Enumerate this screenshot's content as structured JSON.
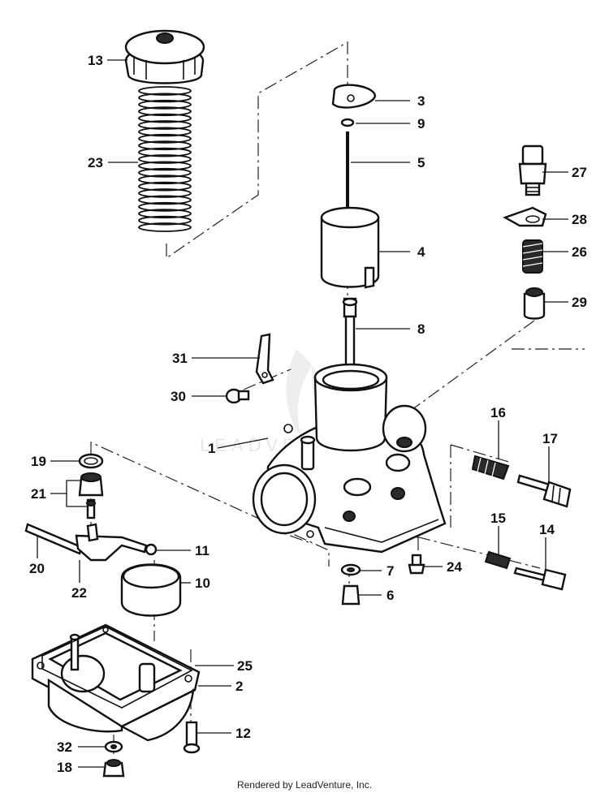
{
  "footer": {
    "credit": "Rendered by LeadVenture, Inc."
  },
  "watermark": {
    "text": "LEADVENTURE"
  },
  "callouts": [
    {
      "id": "c13",
      "label": "13"
    },
    {
      "id": "c23",
      "label": "23"
    },
    {
      "id": "c3",
      "label": "3"
    },
    {
      "id": "c9",
      "label": "9"
    },
    {
      "id": "c5",
      "label": "5"
    },
    {
      "id": "c4",
      "label": "4"
    },
    {
      "id": "c27",
      "label": "27"
    },
    {
      "id": "c28",
      "label": "28"
    },
    {
      "id": "c26",
      "label": "26"
    },
    {
      "id": "c29",
      "label": "29"
    },
    {
      "id": "c8",
      "label": "8"
    },
    {
      "id": "c31",
      "label": "31"
    },
    {
      "id": "c30",
      "label": "30"
    },
    {
      "id": "c1",
      "label": "1"
    },
    {
      "id": "c16",
      "label": "16"
    },
    {
      "id": "c17",
      "label": "17"
    },
    {
      "id": "c19",
      "label": "19"
    },
    {
      "id": "c21",
      "label": "21"
    },
    {
      "id": "c15",
      "label": "15"
    },
    {
      "id": "c14",
      "label": "14"
    },
    {
      "id": "c20",
      "label": "20"
    },
    {
      "id": "c22",
      "label": "22"
    },
    {
      "id": "c11",
      "label": "11"
    },
    {
      "id": "c7",
      "label": "7"
    },
    {
      "id": "c24",
      "label": "24"
    },
    {
      "id": "c10",
      "label": "10"
    },
    {
      "id": "c6",
      "label": "6"
    },
    {
      "id": "c25",
      "label": "25"
    },
    {
      "id": "c2",
      "label": "2"
    },
    {
      "id": "c12",
      "label": "12"
    },
    {
      "id": "c32",
      "label": "32"
    },
    {
      "id": "c18",
      "label": "18"
    }
  ]
}
